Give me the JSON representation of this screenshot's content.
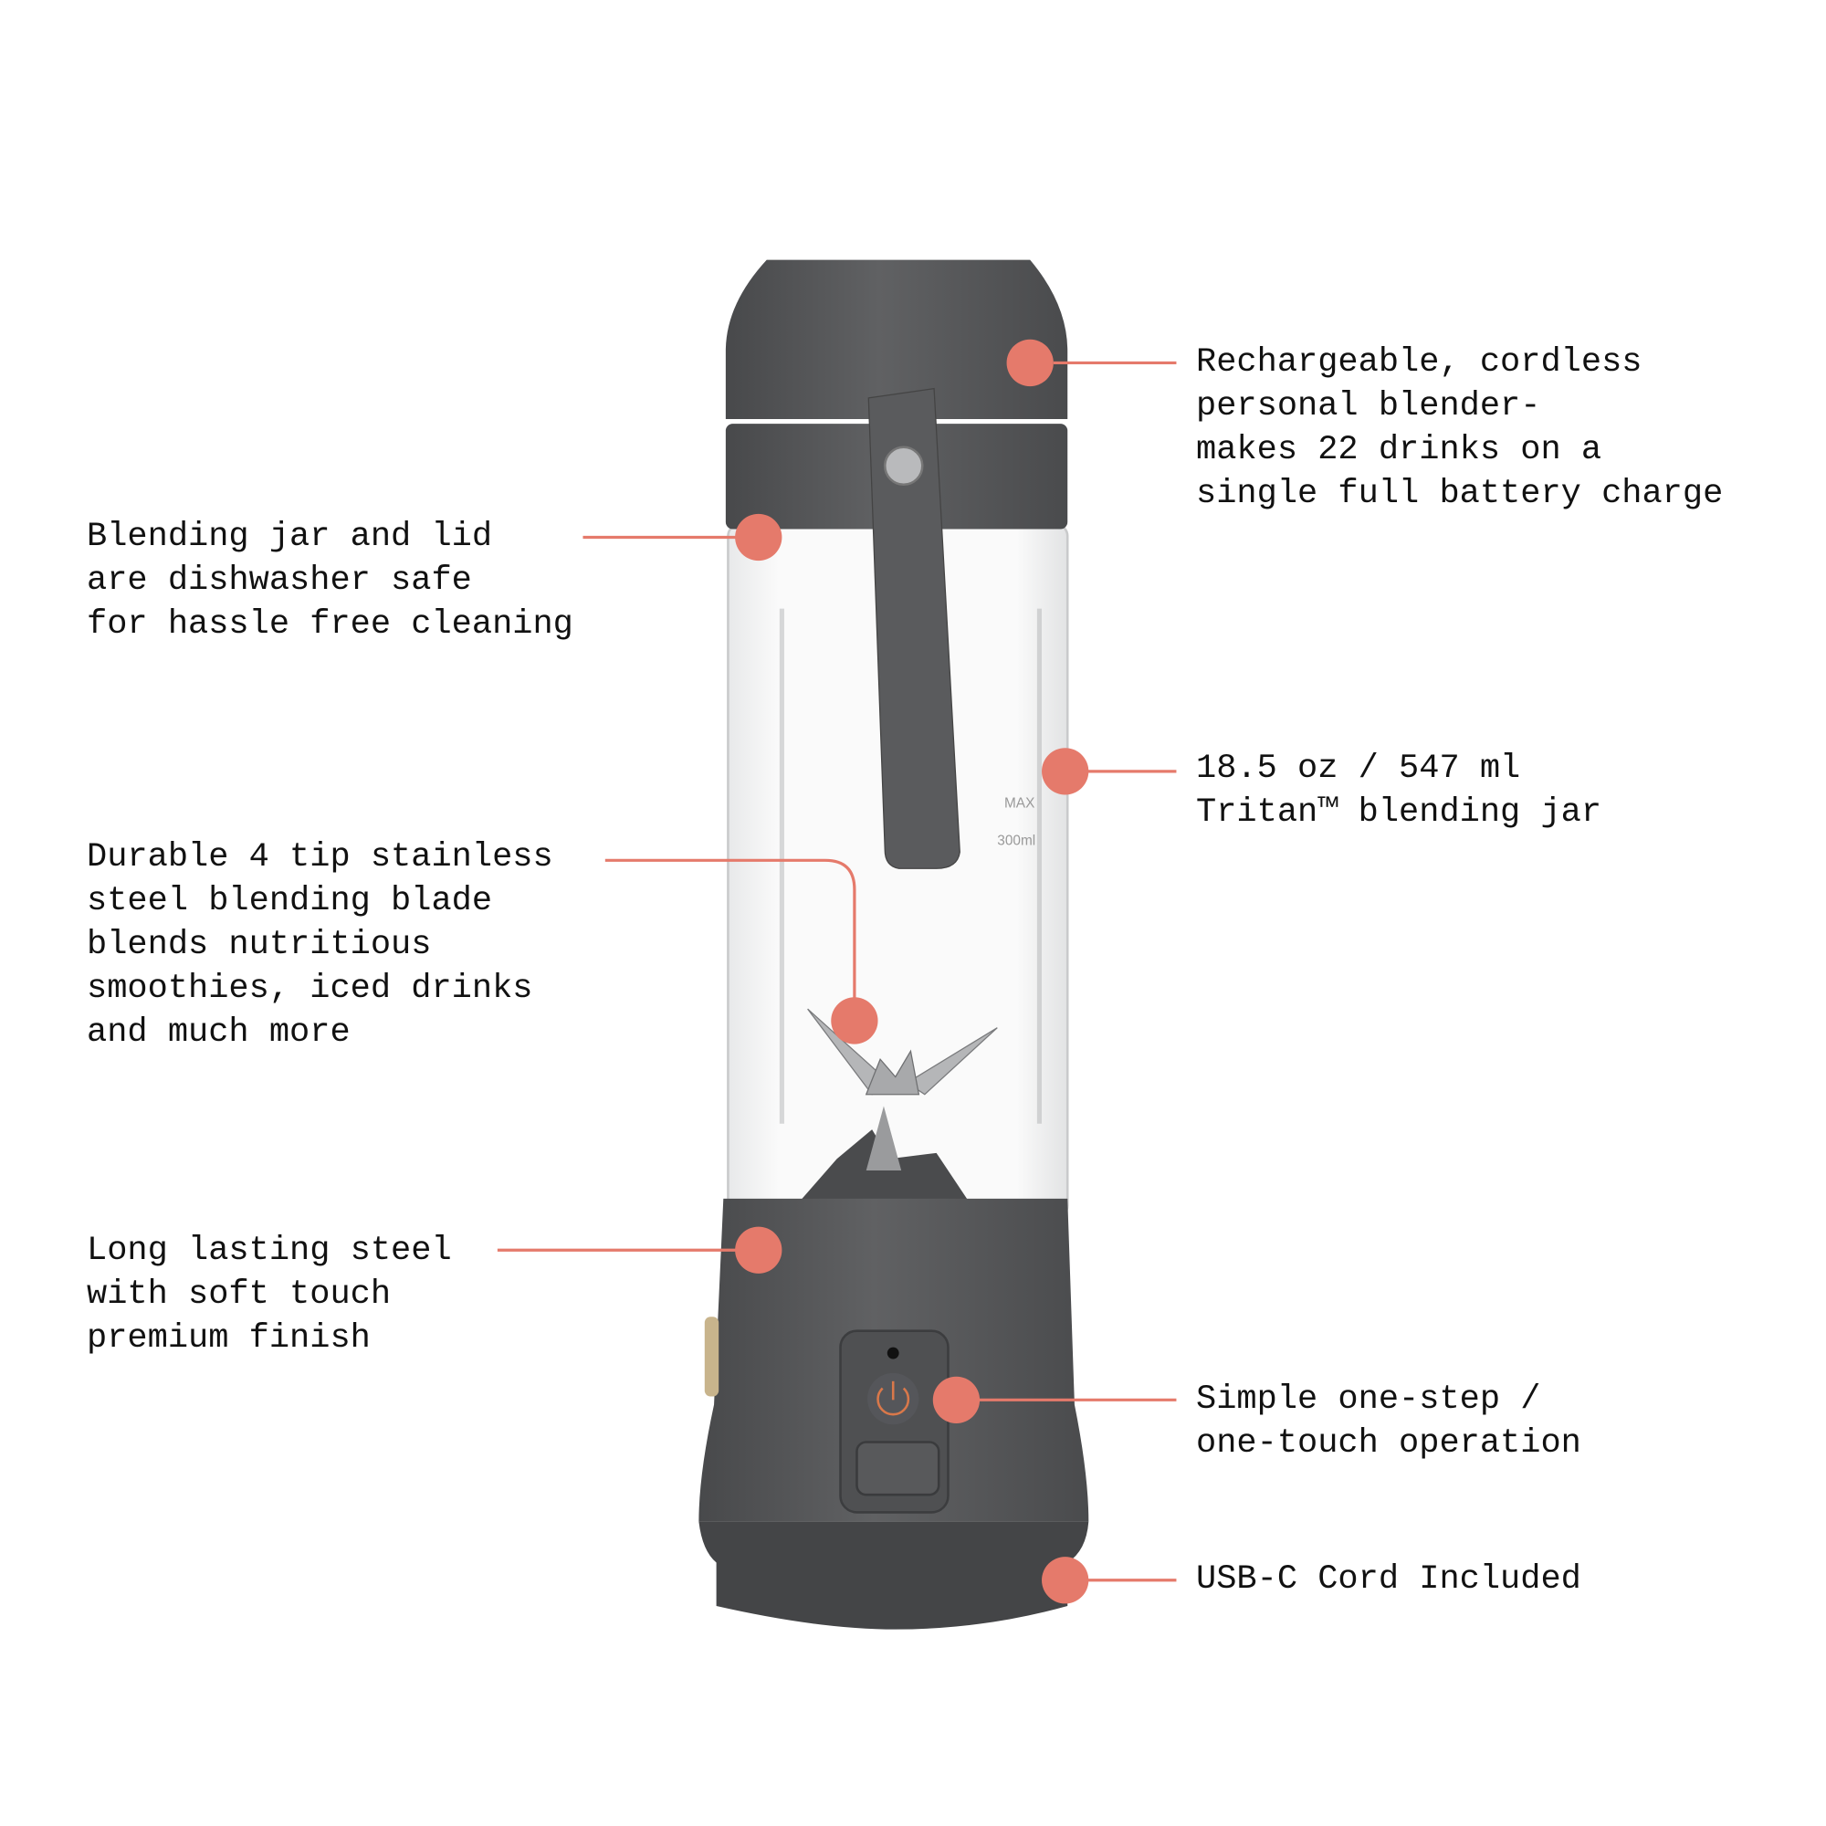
{
  "accent_color": "#E57A6B",
  "body_color": "#57585A",
  "callouts": {
    "battery": {
      "lines": [
        "Rechargeable, cordless",
        "personal blender-",
        "makes 22 drinks on a",
        "single full battery charge"
      ]
    },
    "dishwasher": {
      "lines": [
        "Blending jar and lid",
        "are dishwasher safe",
        "for hassle free cleaning"
      ]
    },
    "capacity": {
      "lines": [
        "18.5 oz / 547 ml",
        "Tritan™ blending jar"
      ]
    },
    "blade": {
      "lines": [
        "Durable 4 tip stainless",
        "steel blending blade",
        "blends nutritious",
        "smoothies, iced drinks",
        "and much more"
      ]
    },
    "finish": {
      "lines": [
        "Long lasting steel",
        "with soft touch",
        "premium finish"
      ]
    },
    "operation": {
      "lines": [
        "Simple one-step /",
        "one-touch operation"
      ]
    },
    "cord": {
      "lines": [
        "USB-C Cord Included"
      ]
    }
  },
  "jar_markings": {
    "max": "MAX",
    "ml": "300ml"
  }
}
